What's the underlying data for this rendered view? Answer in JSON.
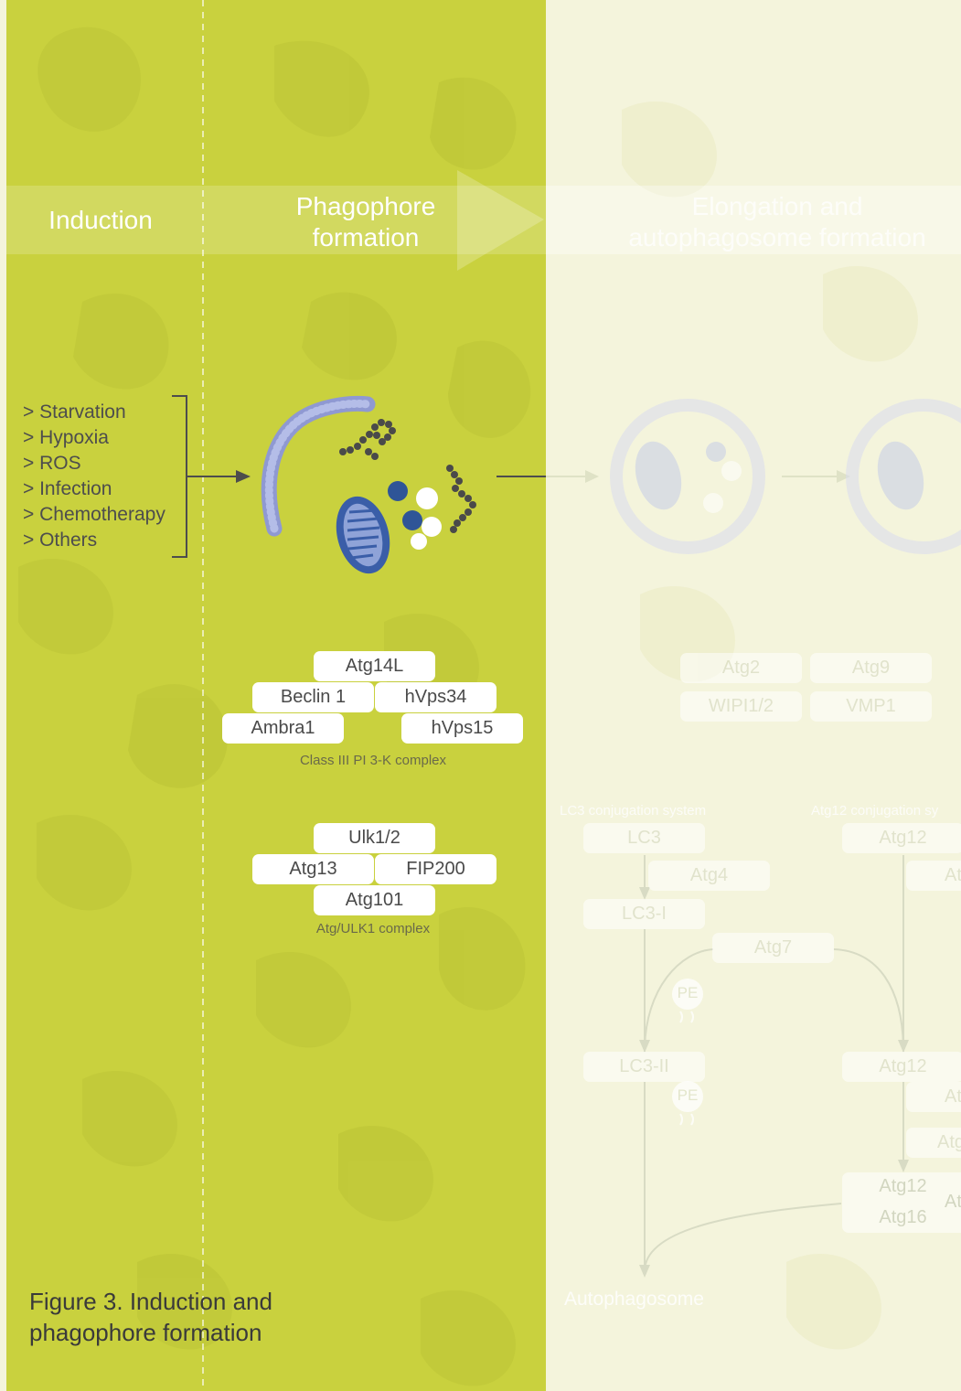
{
  "stages": {
    "induction": "Induction",
    "phagophore_l1": "Phagophore",
    "phagophore_l2": "formation",
    "elongation_l1": "Elongation and",
    "elongation_l2": "autophagosome formation"
  },
  "inducers": [
    "> Starvation",
    "> Hypoxia",
    "> ROS",
    "> Infection",
    "> Chemotherapy",
    "> Others"
  ],
  "pi3k_complex": {
    "proteins": [
      "Atg14L",
      "Beclin 1",
      "hVps34",
      "Ambra1",
      "hVps15"
    ],
    "caption": "Class III PI 3-K complex"
  },
  "ulk_complex": {
    "proteins": [
      "Ulk1/2",
      "Atg13",
      "FIP200",
      "Atg101"
    ],
    "caption": "Atg/ULK1 complex"
  },
  "elongation_proteins": [
    "Atg2",
    "Atg9",
    "WIPI1/2",
    "VMP1"
  ],
  "lc3_system": {
    "title": "LC3 conjugation system",
    "lc3": "LC3",
    "atg4": "Atg4",
    "lc3_i": "LC3-I",
    "atg7": "Atg7",
    "pe": "PE",
    "lc3_ii": "LC3-II",
    "pe2": "PE",
    "autophagosome": "Autophagosome"
  },
  "atg12_system": {
    "title": "Atg12 conjugation sy",
    "atg12_a": "Atg12",
    "atg_partial_a": "At",
    "atg12_b": "Atg12",
    "atg_partial_b": "At",
    "atg_partial_c": "Atg",
    "atg12_c": "Atg12",
    "atg16": "Atg16",
    "atg_partial_d": "At"
  },
  "figure_caption_l1": "Figure 3. Induction and",
  "figure_caption_l2": "phagophore formation",
  "colors": {
    "active_panel": "#c9d13e",
    "faded_panel": "#f4f4dc",
    "membrane": "#a9b3e0",
    "mitochondrion": "#3a5ea8",
    "vesicle_dark": "#2f5597",
    "chain": "#4a4a4a"
  }
}
